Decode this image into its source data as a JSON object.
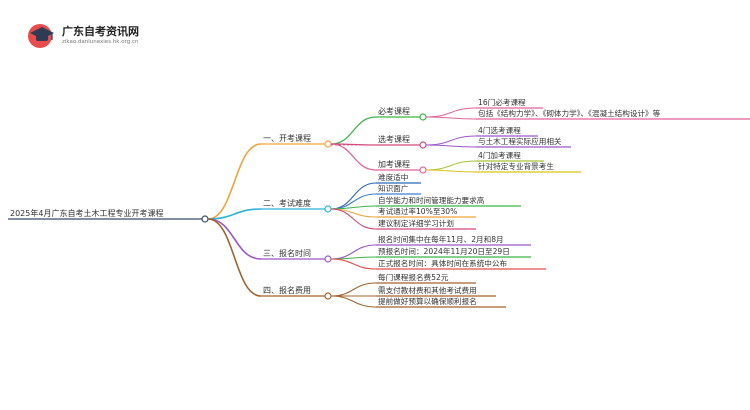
{
  "logo": {
    "title": "广东自考资讯网",
    "subtitle": "zikao.danlunexies.hk.org.cn",
    "icon": "graduation-cap-icon",
    "colors": {
      "badge": "#e84c4c",
      "cap": "#2f3a55"
    }
  },
  "mindmap": {
    "root": {
      "label": "2025年4月广东自考土木工程专业开考课程",
      "color": "#3a4b6b"
    },
    "branches": [
      {
        "id": "courses",
        "label": "一、开考课程",
        "color": "#f0a33a",
        "children": [
          {
            "label": "必考课程",
            "color": "#3db34a",
            "leaves": [
              {
                "label": "16门必考课程",
                "color": "#e2639a"
              },
              {
                "label": "包括《结构力学》、《砌体力学》、《混凝土结构设计》等",
                "color": "#e2639a"
              }
            ]
          },
          {
            "label": "选考课程",
            "color": "#d0497a",
            "leaves": [
              {
                "label": "4门选考课程",
                "color": "#9b59c7"
              },
              {
                "label": "与土木工程实际应用相关",
                "color": "#9b59c7"
              }
            ]
          },
          {
            "label": "加考课程",
            "color": "#e2639a",
            "leaves": [
              {
                "label": "4门加考课程",
                "color": "#a7c23a"
              },
              {
                "label": "针对特定专业背景考生",
                "color": "#d9c21c"
              }
            ]
          }
        ]
      },
      {
        "id": "difficulty",
        "label": "二、考试难度",
        "color": "#2bb3d8",
        "leaves": [
          {
            "label": "难度适中",
            "color": "#2a68b8"
          },
          {
            "label": "知识面广",
            "color": "#3a7fd0"
          },
          {
            "label": "自学能力和时间管理能力要求高",
            "color": "#3db34a"
          },
          {
            "label": "考试通过率10%至30%",
            "color": "#f0a33a"
          },
          {
            "label": "建议制定详细学习计划",
            "color": "#d0497a"
          }
        ]
      },
      {
        "id": "timing",
        "label": "三、报名时间",
        "color": "#9b59c7",
        "leaves": [
          {
            "label": "报名时间集中在每年11月、2月和8月",
            "color": "#9b59c7"
          },
          {
            "label": "预报名时间：2024年11月20日至29日",
            "color": "#3db34a"
          },
          {
            "label": "正式报名时间：具体时间在系统中公布",
            "color": "#e84c4c"
          }
        ]
      },
      {
        "id": "fees",
        "label": "四、报名费用",
        "color": "#a0632e",
        "leaves": [
          {
            "label": "每门课程报名费52元",
            "color": "#a0632e"
          },
          {
            "label": "需支付教材费和其他考试费用",
            "color": "#a0632e"
          },
          {
            "label": "提前做好预算以确保顺利报名",
            "color": "#a0632e"
          }
        ]
      }
    ]
  }
}
